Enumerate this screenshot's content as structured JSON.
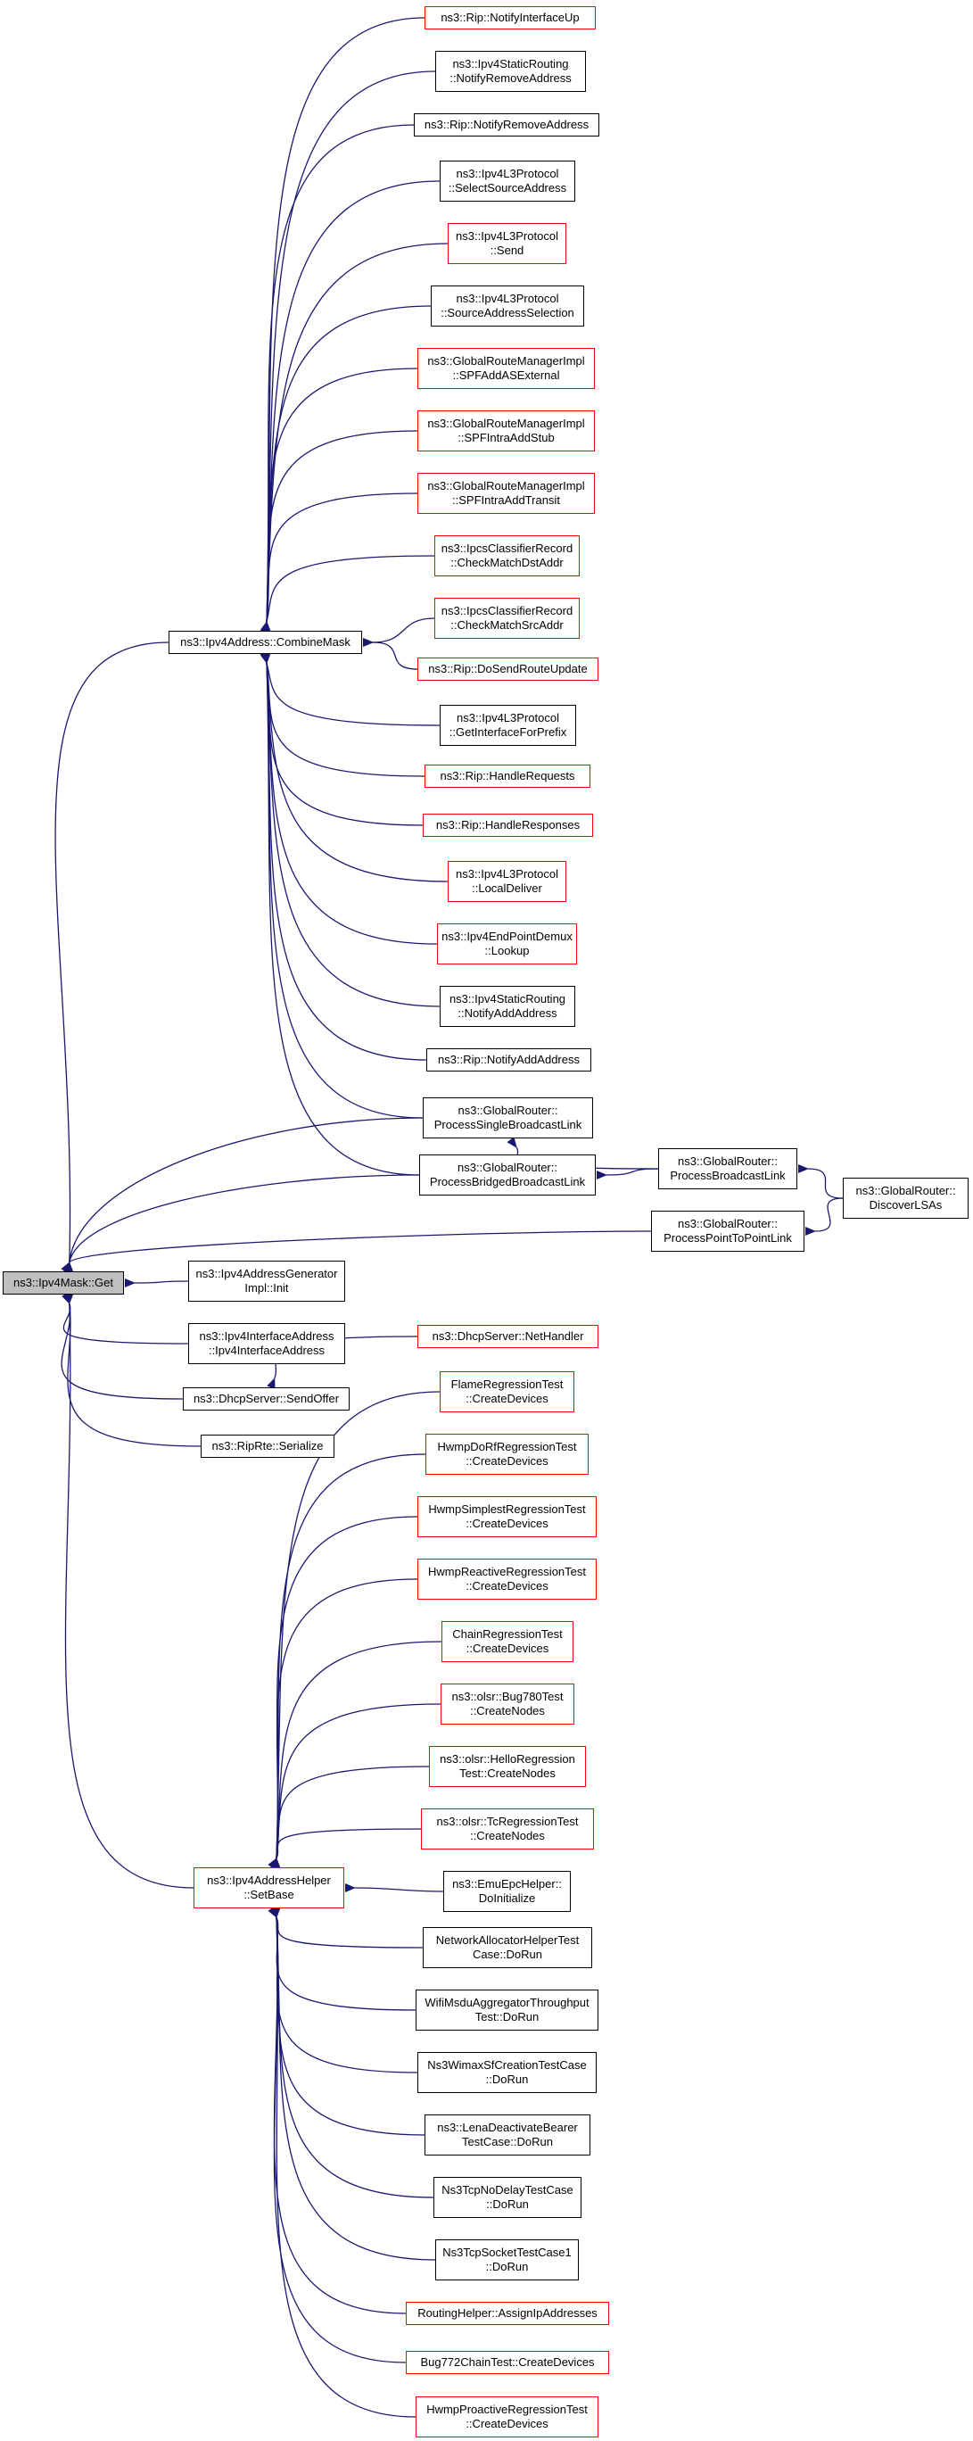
{
  "colors": {
    "edge": "#191970",
    "red_border": "#ff0000",
    "black_border": "#000000",
    "root_fill": "#bfbfbf"
  },
  "nodes": {
    "root": {
      "label": "ns3::Ipv4Mask::Get"
    },
    "combine_mask": {
      "label": "ns3::Ipv4Address::CombineMask"
    },
    "notify_if_up": {
      "label": "ns3::Rip::NotifyInterfaceUp"
    },
    "static_notify_remove": {
      "label": "ns3::Ipv4StaticRouting\n::NotifyRemoveAddress"
    },
    "rip_notify_remove": {
      "label": "ns3::Rip::NotifyRemoveAddress"
    },
    "select_source": {
      "label": "ns3::Ipv4L3Protocol\n::SelectSourceAddress"
    },
    "l3_send": {
      "label": "ns3::Ipv4L3Protocol\n::Send"
    },
    "source_selection": {
      "label": "ns3::Ipv4L3Protocol\n::SourceAddressSelection"
    },
    "spf_as_external": {
      "label": "ns3::GlobalRouteManagerImpl\n::SPFAddASExternal"
    },
    "spf_intra_stub": {
      "label": "ns3::GlobalRouteManagerImpl\n::SPFIntraAddStub"
    },
    "spf_intra_transit": {
      "label": "ns3::GlobalRouteManagerImpl\n::SPFIntraAddTransit"
    },
    "check_dst": {
      "label": "ns3::IpcsClassifierRecord\n::CheckMatchDstAddr"
    },
    "check_src": {
      "label": "ns3::IpcsClassifierRecord\n::CheckMatchSrcAddr"
    },
    "send_route_update": {
      "label": "ns3::Rip::DoSendRouteUpdate"
    },
    "get_if_for_prefix": {
      "label": "ns3::Ipv4L3Protocol\n::GetInterfaceForPrefix"
    },
    "handle_requests": {
      "label": "ns3::Rip::HandleRequests"
    },
    "handle_responses": {
      "label": "ns3::Rip::HandleResponses"
    },
    "local_deliver": {
      "label": "ns3::Ipv4L3Protocol\n::LocalDeliver"
    },
    "demux_lookup": {
      "label": "ns3::Ipv4EndPointDemux\n::Lookup"
    },
    "static_notify_add": {
      "label": "ns3::Ipv4StaticRouting\n::NotifyAddAddress"
    },
    "rip_notify_add": {
      "label": "ns3::Rip::NotifyAddAddress"
    },
    "single_bcast": {
      "label": "ns3::GlobalRouter::\nProcessSingleBroadcastLink"
    },
    "bridged_bcast": {
      "label": "ns3::GlobalRouter::\nProcessBridgedBroadcastLink"
    },
    "bcast_link": {
      "label": "ns3::GlobalRouter::\nProcessBroadcastLink"
    },
    "discover_lsas": {
      "label": "ns3::GlobalRouter::\nDiscoverLSAs"
    },
    "p2p_link": {
      "label": "ns3::GlobalRouter::\nProcessPointToPointLink"
    },
    "gen_init": {
      "label": "ns3::Ipv4AddressGenerator\nImpl::Init"
    },
    "if_address": {
      "label": "ns3::Ipv4InterfaceAddress\n::Ipv4InterfaceAddress"
    },
    "send_offer": {
      "label": "ns3::DhcpServer::SendOffer"
    },
    "net_handler": {
      "label": "ns3::DhcpServer::NetHandler"
    },
    "rip_serialize": {
      "label": "ns3::RipRte::Serialize"
    },
    "set_base": {
      "label": "ns3::Ipv4AddressHelper\n::SetBase"
    },
    "flame": {
      "label": "FlameRegressionTest\n::CreateDevices"
    },
    "hwmp_dorf": {
      "label": "HwmpDoRfRegressionTest\n::CreateDevices"
    },
    "hwmp_simplest": {
      "label": "HwmpSimplestRegressionTest\n::CreateDevices"
    },
    "hwmp_reactive": {
      "label": "HwmpReactiveRegressionTest\n::CreateDevices"
    },
    "chain": {
      "label": "ChainRegressionTest\n::CreateDevices"
    },
    "bug780": {
      "label": "ns3::olsr::Bug780Test\n::CreateNodes"
    },
    "hello_reg": {
      "label": "ns3::olsr::HelloRegression\nTest::CreateNodes"
    },
    "tc_reg": {
      "label": "ns3::olsr::TcRegressionTest\n::CreateNodes"
    },
    "emu_epc": {
      "label": "ns3::EmuEpcHelper::\nDoInitialize"
    },
    "net_alloc": {
      "label": "NetworkAllocatorHelperTest\nCase::DoRun"
    },
    "wifi_msdu": {
      "label": "WifiMsduAggregatorThroughput\nTest::DoRun"
    },
    "wimax_sf": {
      "label": "Ns3WimaxSfCreationTestCase\n::DoRun"
    },
    "lena_deact": {
      "label": "ns3::LenaDeactivateBearer\nTestCase::DoRun"
    },
    "tcp_nodelay": {
      "label": "Ns3TcpNoDelayTestCase\n::DoRun"
    },
    "tcp_socket": {
      "label": "Ns3TcpSocketTestCase1\n::DoRun"
    },
    "routing_helper": {
      "label": "RoutingHelper::AssignIpAddresses"
    },
    "bug772": {
      "label": "Bug772ChainTest::CreateDevices"
    },
    "hwmp_proactive": {
      "label": "HwmpProactiveRegressionTest\n::CreateDevices"
    }
  }
}
